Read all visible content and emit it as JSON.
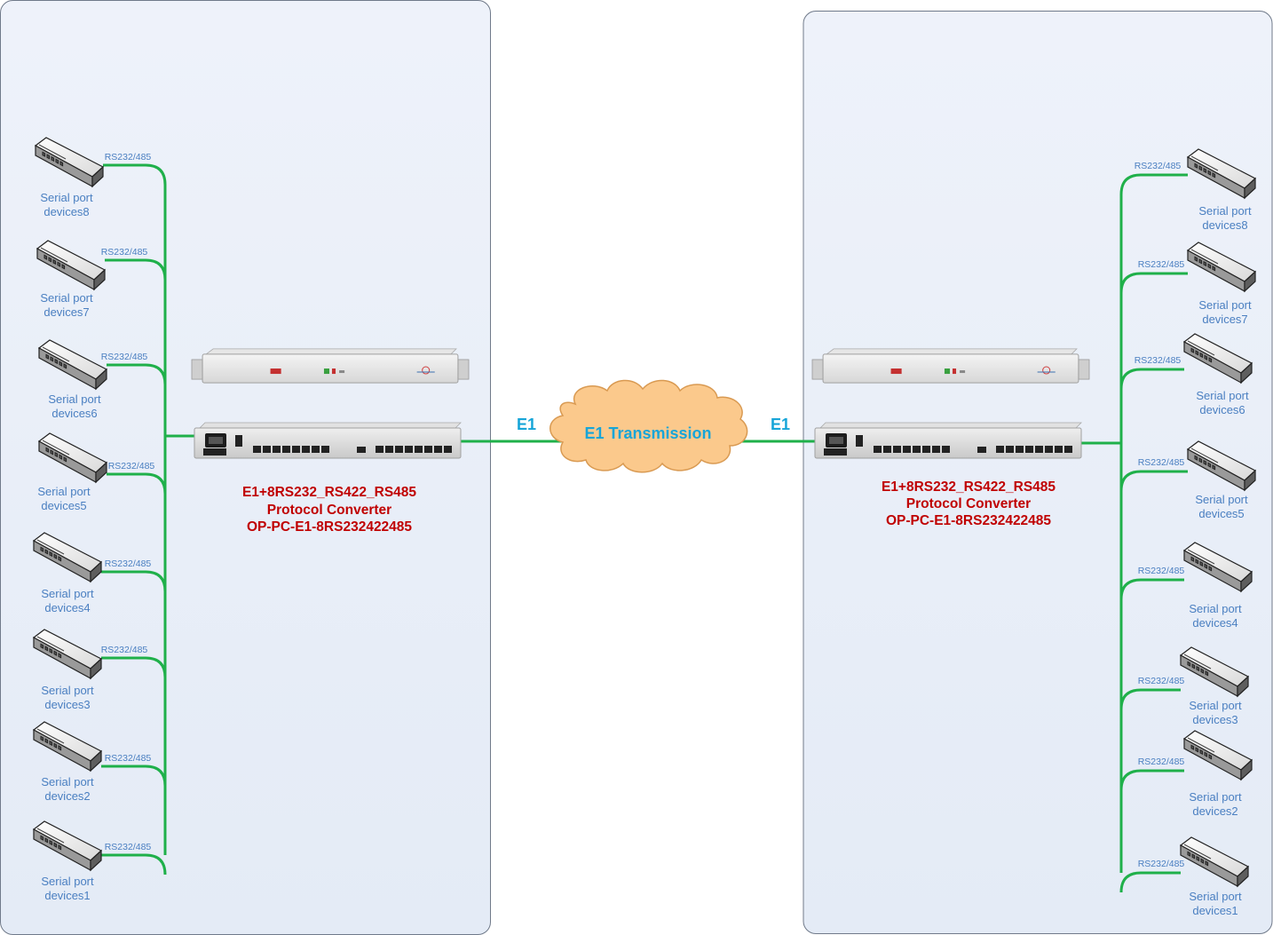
{
  "colors": {
    "panel_fill": "#e8eef8",
    "panel_stroke": "#707a8a",
    "wire": "#1fb04a",
    "device_label": "#4a7fc1",
    "converter_label": "#c00000",
    "e1_label": "#17a5d8",
    "cloud_fill": "#fbc98c",
    "cloud_stroke": "#d99a52"
  },
  "left_site": {
    "devices": [
      {
        "line1": "Serial port",
        "line2": "devices8",
        "link": "RS232/485"
      },
      {
        "line1": "Serial port",
        "line2": "devices7",
        "link": "RS232/485"
      },
      {
        "line1": "Serial port",
        "line2": "devices6",
        "link": "RS232/485"
      },
      {
        "line1": "Serial port",
        "line2": "devices5",
        "link": "RS232/485"
      },
      {
        "line1": "Serial port",
        "line2": "devices4",
        "link": "RS232/485"
      },
      {
        "line1": "Serial port",
        "line2": "devices3",
        "link": "RS232/485"
      },
      {
        "line1": "Serial port",
        "line2": "devices2",
        "link": "RS232/485"
      },
      {
        "line1": "Serial port",
        "line2": "devices1",
        "link": "RS232/485"
      }
    ],
    "converter_label": [
      "E1+8RS232_RS422_RS485",
      "Protocol Converter",
      "OP-PC-E1-8RS232422485"
    ],
    "e1_label": "E1"
  },
  "right_site": {
    "devices": [
      {
        "line1": "Serial port",
        "line2": "devices8",
        "link": "RS232/485"
      },
      {
        "line1": "Serial port",
        "line2": "devices7",
        "link": "RS232/485"
      },
      {
        "line1": "Serial port",
        "line2": "devices6",
        "link": "RS232/485"
      },
      {
        "line1": "Serial port",
        "line2": "devices5",
        "link": "RS232/485"
      },
      {
        "line1": "Serial port",
        "line2": "devices4",
        "link": "RS232/485"
      },
      {
        "line1": "Serial port",
        "line2": "devices3",
        "link": "RS232/485"
      },
      {
        "line1": "Serial port",
        "line2": "devices2",
        "link": "RS232/485"
      },
      {
        "line1": "Serial port",
        "line2": "devices1",
        "link": "RS232/485"
      }
    ],
    "converter_label": [
      "E1+8RS232_RS422_RS485",
      "Protocol Converter",
      "OP-PC-E1-8RS232422485"
    ],
    "e1_label": "E1"
  },
  "network": {
    "cloud_label": "E1 Transmission"
  },
  "icons": {
    "serial_device": "serial-device-icon",
    "converter_front": "converter-front-icon",
    "converter_back": "converter-back-icon",
    "cloud": "cloud-icon"
  }
}
